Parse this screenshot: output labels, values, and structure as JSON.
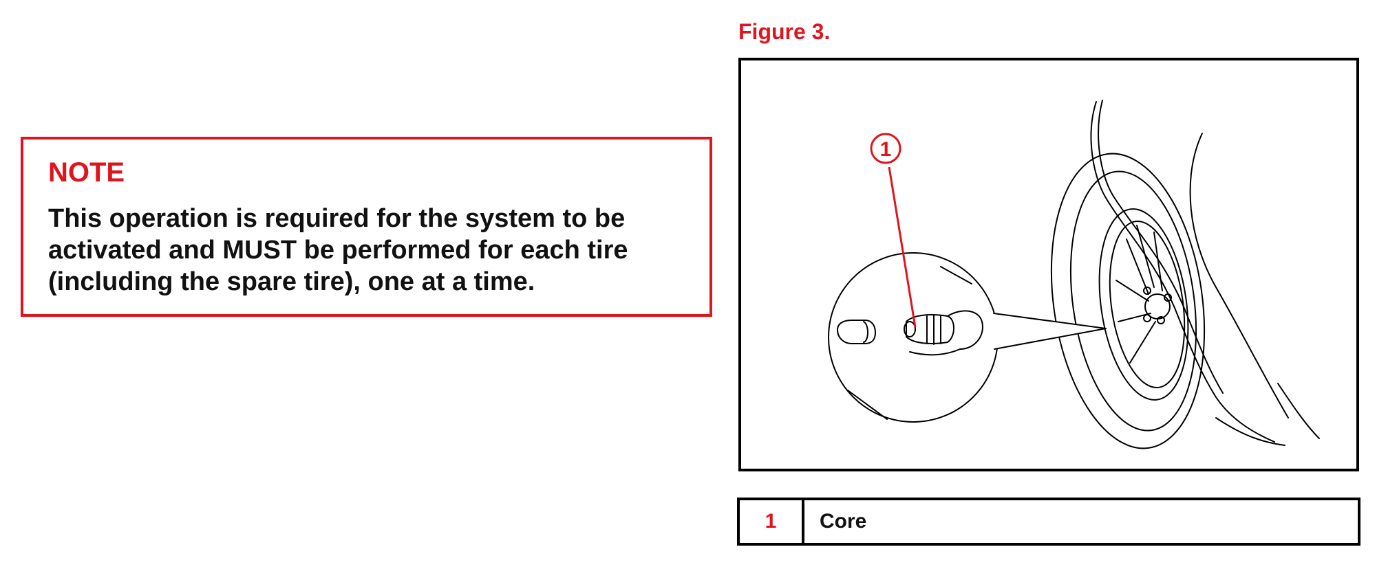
{
  "note": {
    "title": "NOTE",
    "text": "This operation is required for the system to be activated and MUST be performed for each tire (including the spare tire), one at a time."
  },
  "figure": {
    "label": "Figure 3.",
    "callout_number": "1",
    "illustration_icon": "tire-valve-core-illustration"
  },
  "legend": {
    "rows": [
      {
        "number": "1",
        "description": "Core"
      }
    ]
  },
  "colors": {
    "accent": "#e0141e",
    "text": "#111111",
    "border": "#000000"
  }
}
